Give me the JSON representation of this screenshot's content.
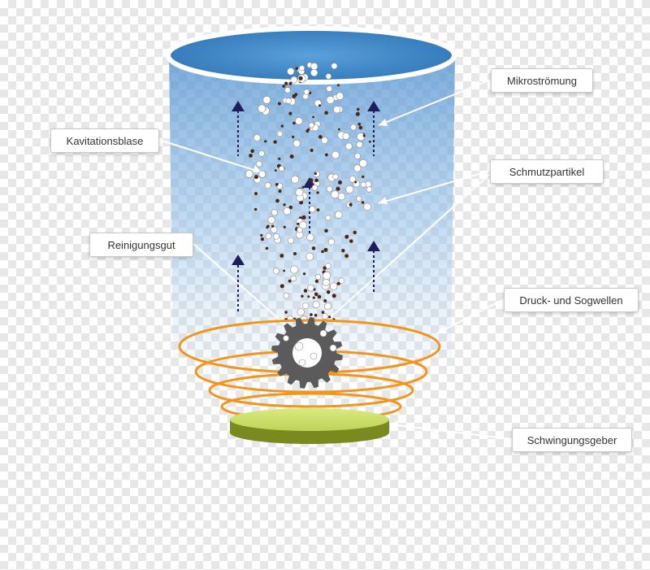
{
  "labels": {
    "mikrostroemung": "Mikroströmung",
    "kavitationsblase": "Kavitationsblase",
    "schmutzpartikel": "Schmutzpartikel",
    "reinigungsgut": "Reinigungsgut",
    "druck_sogwellen": "Druck- und Sogwellen",
    "schwingungsgeber": "Schwingungsgeber"
  },
  "colors": {
    "water_top": "#3d86c6",
    "water_body": "#9cc4ea",
    "arrow": "#1f1d5e",
    "wave_ring": "#f0961e",
    "transducer_top": "#cfe26a",
    "transducer_side": "#7a8a1e",
    "gear": "#5b5b5b",
    "dirt": "#4a2812",
    "bubble": "#ffffff",
    "leader_line": "#ffffff"
  },
  "icons": {
    "part": "gear-icon",
    "flow": "arrow-up-icon"
  }
}
